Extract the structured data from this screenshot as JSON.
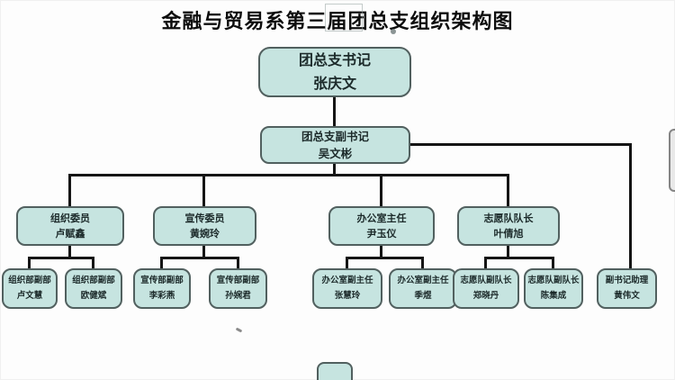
{
  "title": "金融与贸易系第三届团总支组织架构图",
  "colors": {
    "box_fill": "#c6e4e0",
    "box_border": "#51605f",
    "connector": "#151515",
    "background": "#ffffff"
  },
  "org": {
    "root": {
      "role": "团总支书记",
      "name": "张庆文"
    },
    "deputy": {
      "role": "团总支副书记",
      "name": "吴文彬"
    },
    "committees": [
      {
        "role": "组织委员",
        "name": "卢赋鑫"
      },
      {
        "role": "宣传委员",
        "name": "黄婉玲"
      },
      {
        "role": "办公室主任",
        "name": "尹玉仪"
      },
      {
        "role": "志愿队队长",
        "name": "叶倩旭"
      }
    ],
    "staff": [
      {
        "role": "组织部副部",
        "name": "卢文慧"
      },
      {
        "role": "组织部副部",
        "name": "欧健斌"
      },
      {
        "role": "宣传部副部",
        "name": "李彩燕"
      },
      {
        "role": "宣传部副部",
        "name": "孙婉君"
      },
      {
        "role": "办公室副主任",
        "name": "张慧玲"
      },
      {
        "role": "办公室副主任",
        "name": "季煜"
      },
      {
        "role": "志愿队副队长",
        "name": "郑晓丹"
      },
      {
        "role": "志愿队副队长",
        "name": "陈集成"
      },
      {
        "role": "副书记助理",
        "name": "黄伟文"
      }
    ]
  }
}
